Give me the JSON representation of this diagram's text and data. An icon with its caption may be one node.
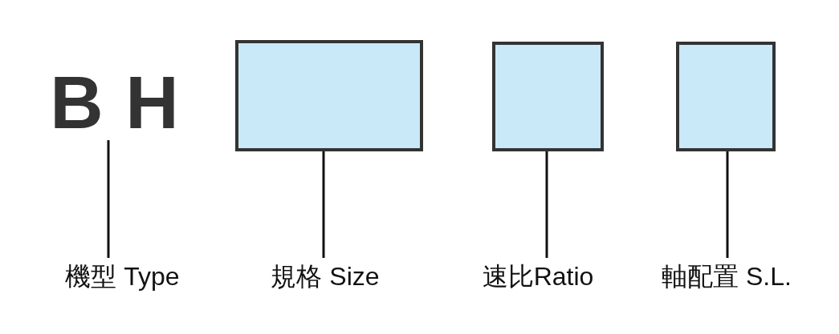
{
  "diagram": {
    "nodes": [
      {
        "text": [
          "BH"
        ]
      },
      {
        "text": [],
        "shape": "box"
      },
      {
        "text": [],
        "shape": "box"
      },
      {
        "text": [],
        "shape": "box"
      },
      {
        "text": [
          "機型 Type"
        ]
      },
      {
        "text": [
          "規格 Size"
        ]
      },
      {
        "text": [
          "速比Ratio"
        ]
      },
      {
        "text": [
          "軸配置 S.L."
        ]
      }
    ],
    "edges": [
      {
        "from": 4,
        "to": 0,
        "arrow": "none"
      },
      {
        "from": 5,
        "to": 1,
        "arrow": "none"
      },
      {
        "from": 6,
        "to": 2,
        "arrow": "none"
      },
      {
        "from": 7,
        "to": 3,
        "arrow": "none"
      }
    ]
  }
}
